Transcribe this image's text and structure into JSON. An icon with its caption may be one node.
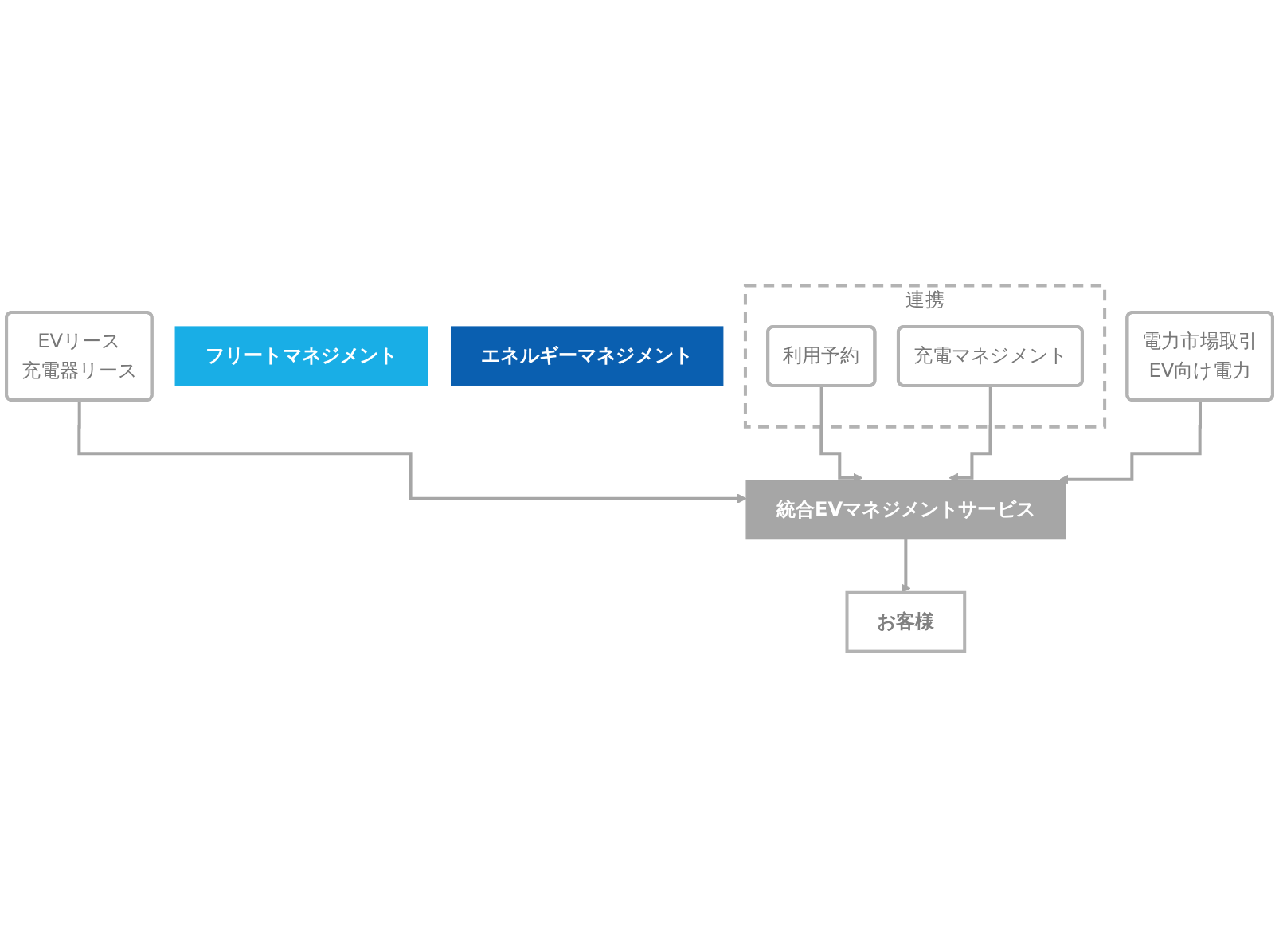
{
  "diagram": {
    "nodes": [
      {
        "text": [
          "フリートマネジメント"
        ]
      },
      {
        "text": [
          "エネルギーマネジメント"
        ]
      },
      {
        "text": [
          "EVリース",
          "充電器リース"
        ]
      },
      {
        "text": [
          "連携"
        ]
      },
      {
        "text": [
          "利用予約"
        ],
        "in": 3
      },
      {
        "text": [
          "充電マネジメント"
        ],
        "in": 3
      },
      {
        "text": [
          "電力市場取引",
          "EV向け電力"
        ]
      },
      {
        "text": [
          "統合EVマネジメントサービス"
        ]
      },
      {
        "text": [
          "お客様"
        ]
      }
    ],
    "edges": [
      {
        "from": 2,
        "to": 7,
        "arrow": "to"
      },
      {
        "from": 4,
        "to": 7,
        "arrow": "to"
      },
      {
        "from": 5,
        "to": 7,
        "arrow": "to"
      },
      {
        "from": 6,
        "to": 7,
        "arrow": "to"
      },
      {
        "from": 7,
        "to": 8,
        "arrow": "to"
      }
    ]
  }
}
